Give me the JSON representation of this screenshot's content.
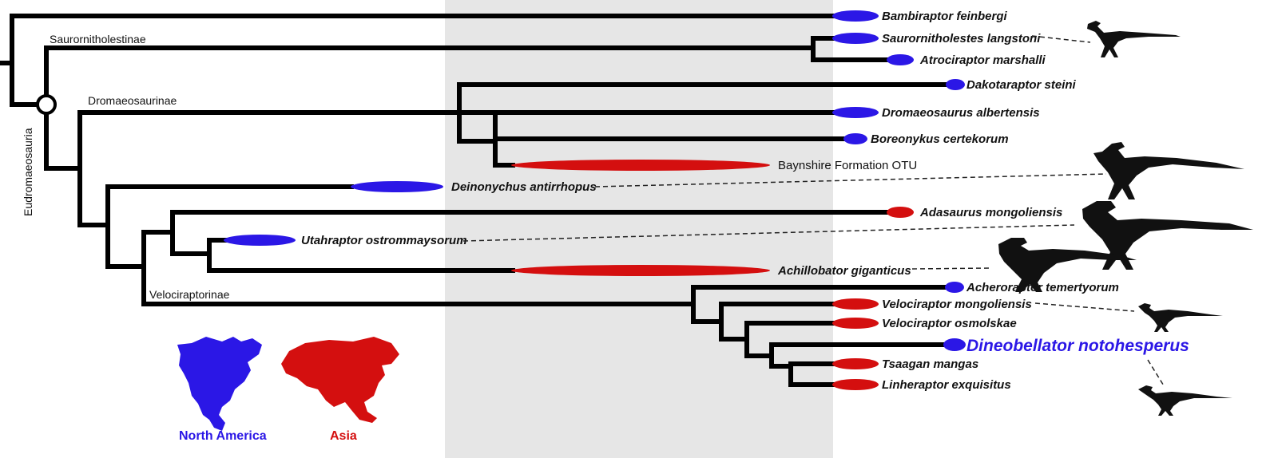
{
  "colors": {
    "north_america": "#2b17e6",
    "asia": "#d40f0f",
    "band": "#e6e6e6",
    "branch": "#000000"
  },
  "clades": {
    "eudromaeosauria": "Eudromaeosauria",
    "saurornitholestinae": "Saurornitholestinae",
    "dromaeosaurinae": "Dromaeosaurinae",
    "velociraptorinae": "Velociraptorinae"
  },
  "taxa": [
    {
      "label": "Bambiraptor feinbergi",
      "region": "north_america"
    },
    {
      "label": "Saurornitholestes langstoni",
      "region": "north_america"
    },
    {
      "label": "Atrociraptor marshalli",
      "region": "north_america"
    },
    {
      "label": "Dakotaraptor steini",
      "region": "north_america"
    },
    {
      "label": "Dromaeosaurus albertensis",
      "region": "north_america"
    },
    {
      "label": "Boreonykus certekorum",
      "region": "north_america"
    },
    {
      "label": "Baynshire Formation OTU",
      "region": "asia"
    },
    {
      "label": "Deinonychus antirrhopus",
      "region": "north_america"
    },
    {
      "label": "Adasaurus mongoliensis",
      "region": "asia"
    },
    {
      "label": "Utahraptor ostrommaysorum",
      "region": "north_america"
    },
    {
      "label": "Achillobator giganticus",
      "region": "asia"
    },
    {
      "label": "Acheroraptor temertyorum",
      "region": "north_america"
    },
    {
      "label": "Velociraptor mongoliensis",
      "region": "asia"
    },
    {
      "label": "Velociraptor osmolskae",
      "region": "asia"
    },
    {
      "label": "Dineobellator notohesperus",
      "region": "north_america"
    },
    {
      "label": "Tsaagan mangas",
      "region": "asia"
    },
    {
      "label": "Linheraptor exquisitus",
      "region": "asia"
    }
  ],
  "legend": {
    "north_america": "North America",
    "asia": "Asia"
  },
  "silhouettes": [
    "raptor-silhouette",
    "deinonychus-silhouette",
    "utahraptor-silhouette",
    "achillobator-silhouette",
    "velociraptor-silhouette",
    "dineobellator-silhouette"
  ]
}
